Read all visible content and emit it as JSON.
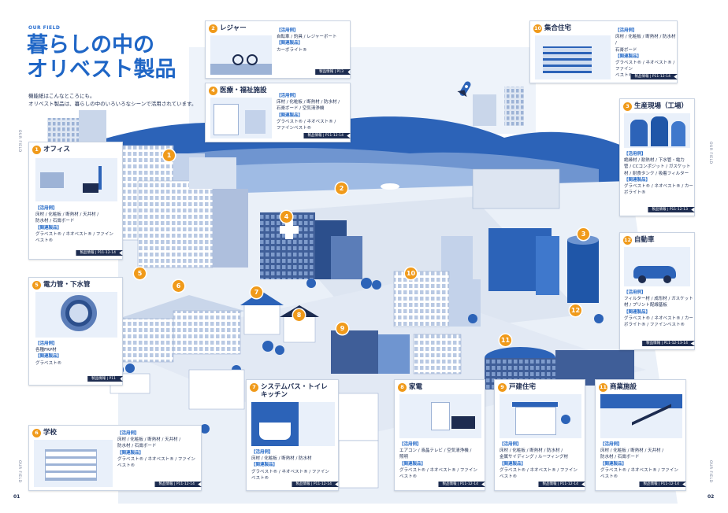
{
  "header": {
    "eyebrow": "OUR FIELD",
    "title_line1": "暮らしの中の",
    "title_line2": "オリベスト製品",
    "intro_line1": "機能紙はこんなところにも。",
    "intro_line2": "オリベスト製品は、暮らしの中のいろいろなシーンで活用されています。"
  },
  "labels": {
    "use": "【活用例】",
    "products": "【関連製品】"
  },
  "cards": [
    {
      "id": "office",
      "num": "1",
      "title": "オフィス",
      "use": [
        "床材 / 化粧板 / 断熱材 / 天井材 /",
        "防水材 / 石膏ボード"
      ],
      "products": [
        "グラベスト® / ネオベスト® / ファイン",
        "ベスト®"
      ],
      "ref": "製品情報 | P11-12-14"
    },
    {
      "id": "leisure",
      "num": "2",
      "title": "レジャー",
      "use": [
        "自転車 / 釣具 / レジャーボート"
      ],
      "products": [
        "カーボライト®"
      ],
      "ref": "製品情報 | P13"
    },
    {
      "id": "factory",
      "num": "3",
      "title": "生産現場（工場）",
      "use": [
        "絶縁材 / 耐熱材 / 下水管・電力",
        "管 / CCコンポジット / ガスケット",
        "材 / 耐食タンク / 吸着フィルター"
      ],
      "products": [
        "グラベスト® / ネオベスト® / カー",
        "ボライト®"
      ],
      "ref": "製品情報 | P11-12-13"
    },
    {
      "id": "medical",
      "num": "4",
      "title": "医療・福祉施設",
      "use": [
        "床材 / 化粧板 / 断熱材 / 防水材 /",
        "石膏ボード / 空気清浄機"
      ],
      "products": [
        "グラベスト® / ネオベスト® /",
        "ファインベスト®"
      ],
      "ref": "製品情報 | P11-12-14"
    },
    {
      "id": "pipe",
      "num": "5",
      "title": "電力管・下水管",
      "use": [
        "各種FRP材"
      ],
      "products": [
        "グラベスト®"
      ],
      "ref": "製品情報 | P11"
    },
    {
      "id": "school",
      "num": "6",
      "title": "学校",
      "use": [
        "床材 / 化粧板 / 断熱材 / 天井材 /",
        "防水材 / 石膏ボード"
      ],
      "products": [
        "グラベスト® / ネオベスト® / ファイン",
        "ベスト®"
      ],
      "ref": "製品情報 | P11-12-14"
    },
    {
      "id": "bath",
      "num": "7",
      "title": "システムバス・トイレ",
      "title2": "キッチン",
      "use": [
        "床材 / 化粧板 / 断熱材 / 防水材"
      ],
      "products": [
        "グラベスト® / ネオベスト® / ファイン",
        "ベスト®"
      ],
      "ref": "製品情報 | P11-12-14"
    },
    {
      "id": "appliance",
      "num": "8",
      "title": "家電",
      "use": [
        "エアコン / 液晶テレビ / 空気清浄機 /",
        "照明"
      ],
      "products": [
        "グラベスト® / ネオベスト® / ファイン",
        "ベスト®"
      ],
      "ref": "製品情報 | P11-12-14"
    },
    {
      "id": "house",
      "num": "9",
      "title": "戸建住宅",
      "use": [
        "床材 / 化粧板 / 断熱材 / 防水材 /",
        "金属サイディング / ルーフィング材"
      ],
      "products": [
        "グラベスト® / ネオベスト® / ファイン",
        "ベスト®"
      ],
      "ref": "製品情報 | P11-12-14"
    },
    {
      "id": "apartment",
      "num": "10",
      "title": "集合住宅",
      "use": [
        "床材 / 化粧板 / 断熱材 / 防水材 /",
        "石膏ボード"
      ],
      "products": [
        "グラベスト® / ネオベスト® / ファイン",
        "ベスト®"
      ],
      "ref": "製品情報 | P11-12-14"
    },
    {
      "id": "commercial",
      "num": "11",
      "title": "商業施設",
      "use": [
        "床材 / 化粧板 / 断熱材 / 天井材 /",
        "防水材 / 石膏ボード"
      ],
      "products": [
        "グラベスト® / ネオベスト® / ファイン",
        "ベスト®"
      ],
      "ref": "製品情報 | P11-12-14"
    },
    {
      "id": "car",
      "num": "12",
      "title": "自動車",
      "use": [
        "フィルター材 / 成形材 / ガスケット",
        "材 / プリント配線基板"
      ],
      "products": [
        "グラベスト® / ネオベスト® / カー",
        "ボライト® / ファインベスト®"
      ],
      "ref": "製品情報 | P11-12-13-14"
    }
  ],
  "markers": [
    "1",
    "2",
    "3",
    "4",
    "5",
    "6",
    "7",
    "8",
    "9",
    "10",
    "11",
    "12"
  ],
  "page_numbers": {
    "left": "01",
    "right": "02"
  },
  "side_label": "OUR FIELD",
  "colors": {
    "accent": "#f09a1a",
    "brand": "#1f66c6",
    "navy": "#1d2c50",
    "sea": "#2c63b8"
  }
}
